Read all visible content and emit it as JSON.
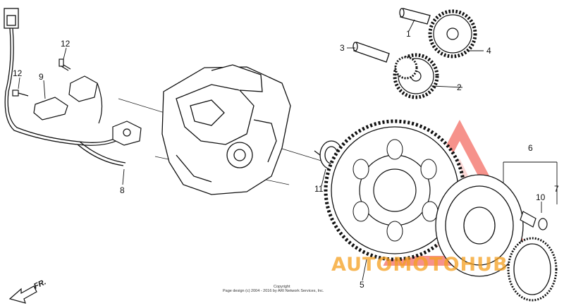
{
  "callouts": {
    "c1": "1",
    "c2": "2",
    "c3": "3",
    "c4": "4",
    "c5": "5",
    "c6": "6",
    "c7": "7",
    "c8": "8",
    "c9": "9",
    "c10": "10",
    "c11": "11",
    "c12a": "12",
    "c12b": "12"
  },
  "copyright": {
    "line1": "Copyright",
    "line2": "Page design (c) 2004 - 2016 by ARI Network Services, Inc."
  },
  "watermark": {
    "text": "AUTOMOTOHUB",
    "color": "#f03a2e",
    "accent": "#f5a020"
  },
  "direction": {
    "label": "FR."
  }
}
